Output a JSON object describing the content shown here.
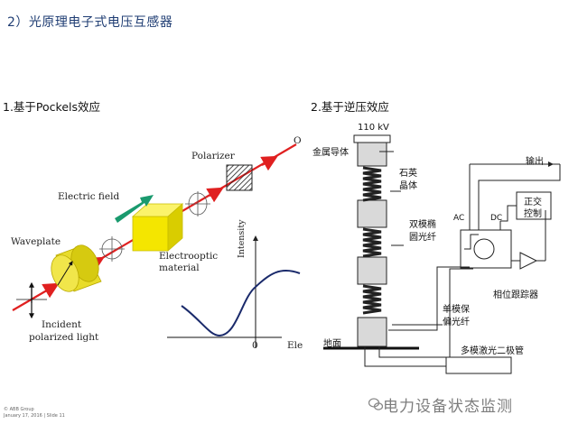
{
  "heading": "2）光原理电子式电压互感器",
  "section_left": "1.基于Pockels效应",
  "section_right": "2.基于逆压效应",
  "left_diagram": {
    "labels": {
      "polarizer": "Polarizer",
      "electric_field": "Electric field",
      "waveplate": "Waveplate",
      "electrooptic_1": "Electrooptic",
      "electrooptic_2": "material",
      "incident_1": "Incident",
      "incident_2": "polarized light",
      "output_letter": "O"
    },
    "inset_plot": {
      "ylabel": "Intensity",
      "xlabel": "Ele",
      "zero_tick": "0"
    }
  },
  "right_diagram": {
    "labels": {
      "voltage": "110 kV",
      "conductor": "金属导体",
      "quartz_1": "石英",
      "quartz_2": "晶体",
      "dual_fiber_1": "双模椭",
      "dual_fiber_2": "圆光纤",
      "output": "输出",
      "ac": "AC",
      "dc": "DC",
      "quad_1": "正交",
      "quad_2": "控制",
      "phase_tracker": "相位跟踪器",
      "single_fiber_1": "单模保",
      "single_fiber_2": "偏光纤",
      "ground": "地面",
      "laser": "多模激光二极管"
    }
  },
  "footer": {
    "line1": "© ABB Group",
    "line2": "January 17, 2016 | Slide 11"
  },
  "watermark": "电力设备状态监测",
  "colors": {
    "heading": "#1f3d73",
    "laser_beam": "#e02020",
    "field_arrow": "#1a9a6e",
    "crystal": "#f4e600",
    "waveplate": "#e8dc2a"
  }
}
